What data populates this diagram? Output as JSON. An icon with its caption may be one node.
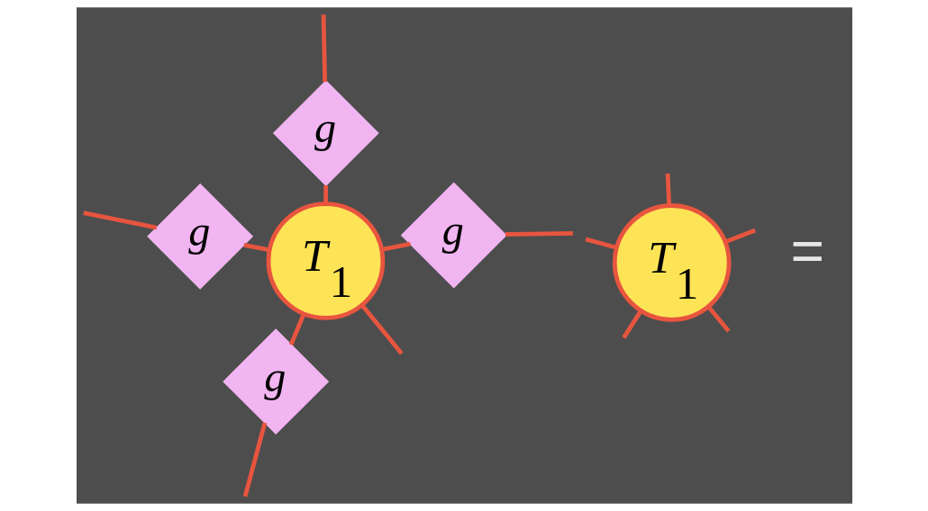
{
  "diagram": {
    "nodes": [
      {
        "text": [
          "g"
        ]
      },
      {
        "text": [
          "g"
        ]
      },
      {
        "text": [
          "T$_{1}$"
        ]
      },
      {
        "text": [
          "g"
        ]
      },
      {
        "text": [
          "g"
        ]
      },
      {
        "text": [
          "T$_{1}$"
        ]
      }
    ],
    "edges": [
      {
        "from": null,
        "to": 0,
        "arrow": "none"
      },
      {
        "from": 0,
        "to": 2,
        "arrow": "none"
      },
      {
        "from": null,
        "to": 1,
        "arrow": "none"
      },
      {
        "from": 1,
        "to": 2,
        "arrow": "none"
      },
      {
        "from": 2,
        "to": null,
        "arrow": "none"
      },
      {
        "from": 2,
        "to": 3,
        "arrow": "none"
      },
      {
        "from": 3,
        "to": null,
        "arrow": "none"
      },
      {
        "from": 2,
        "to": 4,
        "arrow": "none"
      },
      {
        "from": 4,
        "to": null,
        "arrow": "none"
      },
      {
        "from": null,
        "to": 5,
        "arrow": "none"
      },
      {
        "from": 5,
        "to": null,
        "arrow": "none"
      },
      {
        "from": null,
        "to": 5,
        "arrow": "none"
      },
      {
        "from": 5,
        "to": null,
        "arrow": "none"
      },
      {
        "from": 5,
        "to": null,
        "arrow": "none"
      }
    ],
    "labels": [
      "="
    ]
  }
}
